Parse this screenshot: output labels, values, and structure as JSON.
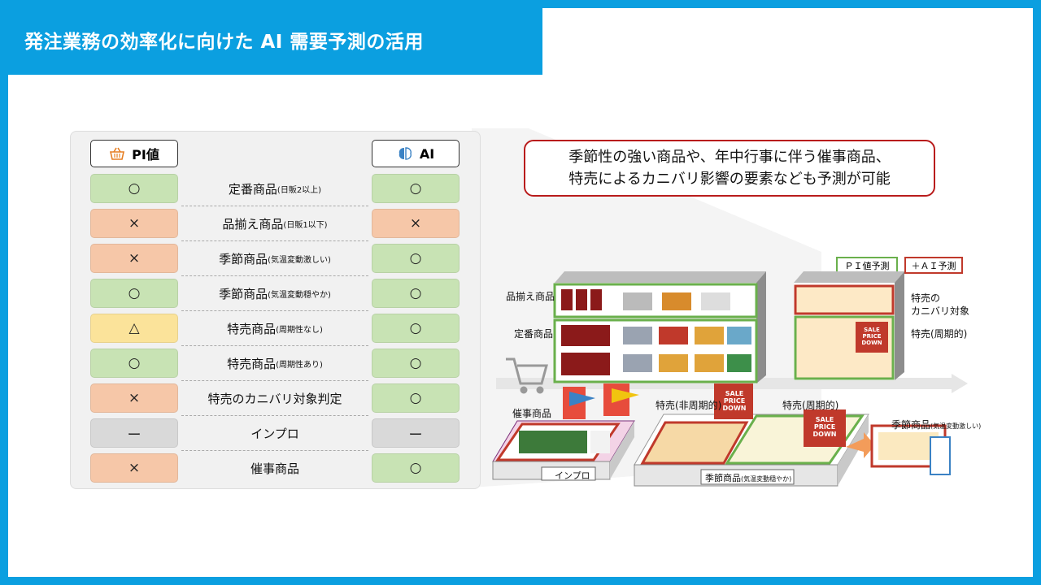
{
  "slide": {
    "title": "発注業務の効率化に向けた AI 需要予測の活用"
  },
  "table": {
    "pi_header": "PI値",
    "ai_header": "AI",
    "rows": [
      {
        "label": "定番商品",
        "note": "(日販2以上)",
        "pi": "○",
        "ai": "○",
        "pi_color": "#c8e3b4",
        "ai_color": "#c8e3b4"
      },
      {
        "label": "品揃え商品",
        "note": "(日販1以下)",
        "pi": "×",
        "ai": "×",
        "pi_color": "#f6c7a8",
        "ai_color": "#f6c7a8"
      },
      {
        "label": "季節商品",
        "note": "(気温変動激しい)",
        "pi": "×",
        "ai": "○",
        "pi_color": "#f6c7a8",
        "ai_color": "#c8e3b4"
      },
      {
        "label": "季節商品",
        "note": "(気温変動穏やか)",
        "pi": "○",
        "ai": "○",
        "pi_color": "#c8e3b4",
        "ai_color": "#c8e3b4"
      },
      {
        "label": "特売商品",
        "note": "(周期性なし)",
        "pi": "△",
        "ai": "○",
        "pi_color": "#fbe39a",
        "ai_color": "#c8e3b4"
      },
      {
        "label": "特売商品",
        "note": "(周期性あり)",
        "pi": "○",
        "ai": "○",
        "pi_color": "#c8e3b4",
        "ai_color": "#c8e3b4"
      },
      {
        "label": "特売のカニバリ対象判定",
        "note": "",
        "pi": "×",
        "ai": "○",
        "pi_color": "#f6c7a8",
        "ai_color": "#c8e3b4"
      },
      {
        "label": "インプロ",
        "note": "",
        "pi": "ー",
        "ai": "ー",
        "pi_color": "#d9d9d9",
        "ai_color": "#d9d9d9"
      },
      {
        "label": "催事商品",
        "note": "",
        "pi": "×",
        "ai": "○",
        "pi_color": "#f6c7a8",
        "ai_color": "#c8e3b4"
      }
    ]
  },
  "callout": {
    "line1": "季節性の強い商品や、年中行事に伴う催事商品、",
    "line2": "特売によるカニバリ影響の要素なども予測が可能"
  },
  "legend": {
    "pi": "ＰＩ値予測",
    "ai": "＋ＡＩ予測"
  },
  "illustration": {
    "shelf_assort": "品揃え商品",
    "shelf_regular": "定番商品",
    "sale_target_1": "特売の",
    "sale_target_2": "カニバリ対象",
    "sale_periodic_right": "特売(周期的)",
    "event_goods": "催事商品",
    "sale_nonperiodic": "特売(非周期的)",
    "sale_periodic": "特売(周期的)",
    "seasonal_harsh": "季節商品",
    "seasonal_harsh_note": "(気温変動激しい)",
    "inpro": "インプロ",
    "seasonal_mild": "季節商品",
    "seasonal_mild_note": "(気温変動穏やか)",
    "sale_sign_1": "SALE",
    "sale_sign_2": "PRICE",
    "sale_sign_3": "DOWN"
  },
  "colors": {
    "brand": "#0b9fe0",
    "pi_green": "#6ab04c",
    "ai_red": "#c0392b"
  }
}
